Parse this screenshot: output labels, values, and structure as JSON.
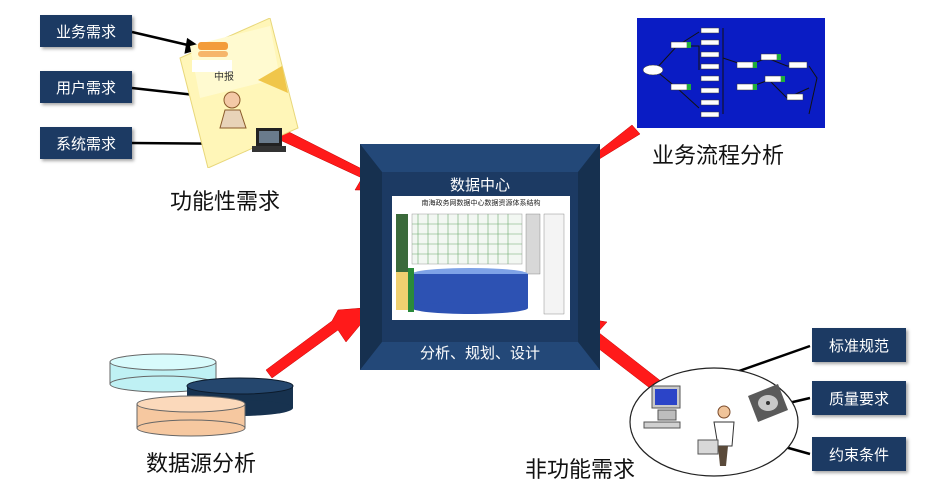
{
  "functional": {
    "caption": "功能性需求",
    "labels": [
      "业务需求",
      "用户需求",
      "系统需求"
    ]
  },
  "process": {
    "caption": "业务流程分析"
  },
  "center": {
    "title": "数据中心",
    "subtitle": "分析、规划、设计",
    "inner_title": "南海政务网数据中心数据资源体系结构"
  },
  "datasource": {
    "caption": "数据源分析"
  },
  "nonfunctional": {
    "caption": "非功能需求",
    "labels": [
      "标准规范",
      "质量要求",
      "约束条件"
    ]
  },
  "colors": {
    "navy": "#1c3a63",
    "arrow": "#ff1a1a",
    "process_bg": "#0a1cc4",
    "cyl_cyan": "#bff1f4",
    "cyl_navy": "#17324f",
    "cyl_peach": "#f6c8a0"
  }
}
